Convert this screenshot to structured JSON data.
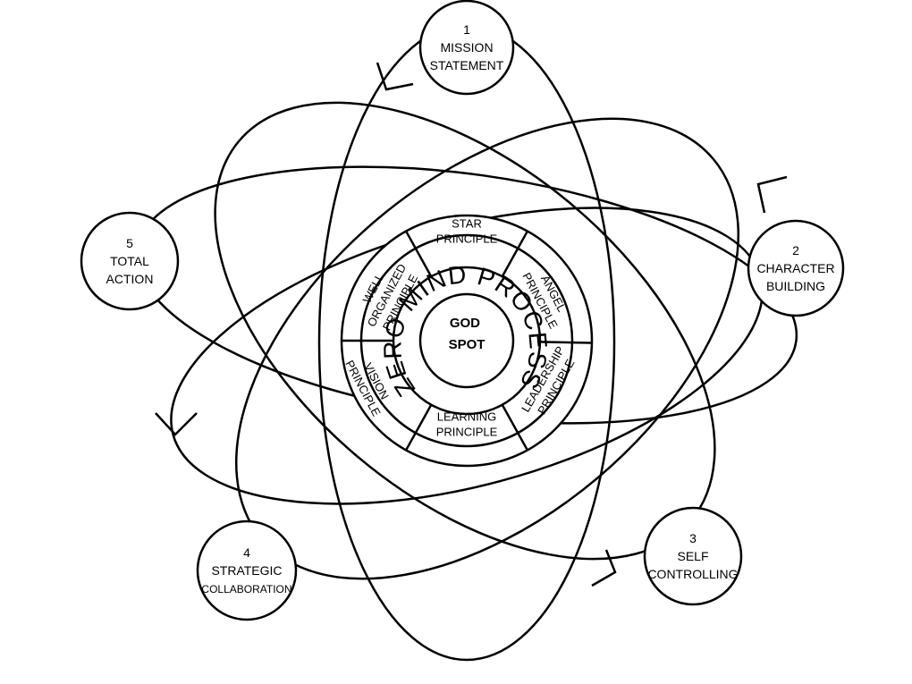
{
  "nodes": [
    {
      "id": "mission-statement",
      "number": "1",
      "lines": [
        "MISSION",
        "STATEMENT"
      ]
    },
    {
      "id": "character-building",
      "number": "2",
      "lines": [
        "CHARACTER",
        "BUILDING"
      ]
    },
    {
      "id": "self-controlling",
      "number": "3",
      "lines": [
        "SELF",
        "CONTROLLING"
      ]
    },
    {
      "id": "strategic-collaboration",
      "number": "4",
      "lines": [
        "STRATEGIC",
        "COLLABORATION"
      ]
    },
    {
      "id": "total-action",
      "number": "5",
      "lines": [
        "TOTAL",
        "ACTION"
      ]
    }
  ],
  "wheel": {
    "segments": [
      {
        "id": "star-principle",
        "lines": [
          "STAR",
          "PRINCIPLE"
        ]
      },
      {
        "id": "angel-principle",
        "lines": [
          "ANGEL",
          "PRINCIPLE"
        ]
      },
      {
        "id": "leadership-principle",
        "lines": [
          "LEADERSHIP",
          "PRINCIPLE"
        ]
      },
      {
        "id": "learning-principle",
        "lines": [
          "LEARNING",
          "PRINCIPLE"
        ]
      },
      {
        "id": "vision-principle",
        "lines": [
          "VISION",
          "PRINCIPLE"
        ]
      },
      {
        "id": "well-organized-principle",
        "lines": [
          "WELL",
          "ORGANIZED",
          "PRINCIPLE"
        ]
      }
    ],
    "arc_text": "ZERO MIND PROCESS",
    "core": [
      "GOD",
      "SPOT"
    ]
  }
}
